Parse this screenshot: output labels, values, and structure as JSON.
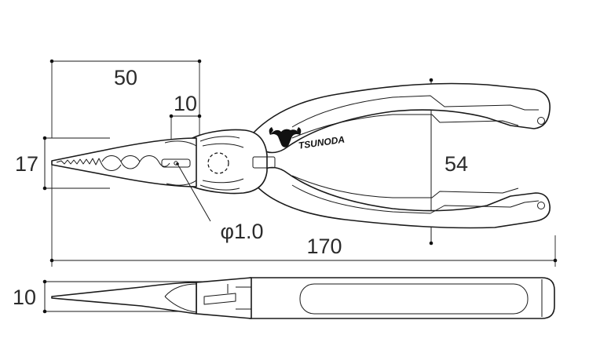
{
  "dimensions": {
    "jaw_length": "50",
    "cutter_length": "10",
    "jaw_height": "17",
    "handle_spread": "54",
    "overall_length": "170",
    "thickness": "10",
    "wire_diameter": "φ1.0"
  },
  "brand": {
    "name": "TSUNODA"
  },
  "colors": {
    "line": "#1a1a1a",
    "background": "#ffffff"
  }
}
